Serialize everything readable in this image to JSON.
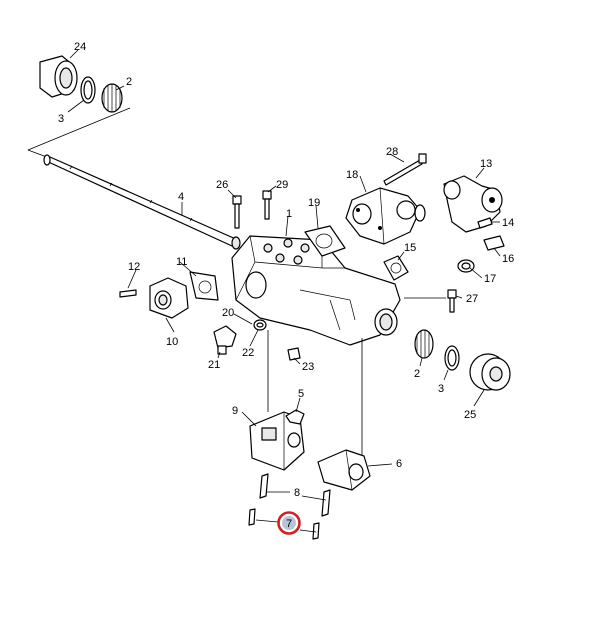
{
  "callouts": {
    "c1": "1",
    "c2a": "2",
    "c2b": "2",
    "c3a": "3",
    "c3b": "3",
    "c4": "4",
    "c5": "5",
    "c6": "6",
    "c7": "7",
    "c8": "8",
    "c9": "9",
    "c10": "10",
    "c11": "11",
    "c12": "12",
    "c13": "13",
    "c14": "14",
    "c15": "15",
    "c16": "16",
    "c17": "17",
    "c18": "18",
    "c19": "19",
    "c20": "20",
    "c21": "21",
    "c22": "22",
    "c23": "23",
    "c24": "24",
    "c25": "25",
    "c26": "26",
    "c27": "27",
    "c28": "28",
    "c29": "29"
  },
  "highlight": {
    "callout": "7",
    "ring_color": "#d42020",
    "badge_fill": "#b8c4d8"
  }
}
